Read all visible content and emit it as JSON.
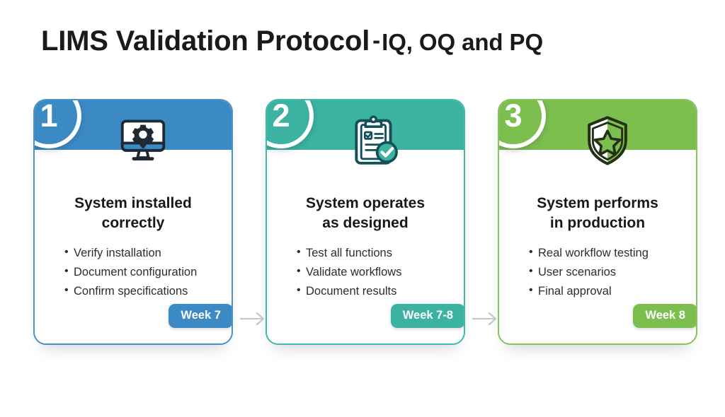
{
  "title": {
    "main": "LIMS Validation Protocol",
    "dash": "-",
    "sub": "IQ, OQ and PQ"
  },
  "colors": {
    "blue": "#3B8AC4",
    "teal": "#3BB3A0",
    "green": "#7DBF4F",
    "arrow": "#c4c8cc",
    "text": "#17181a"
  },
  "connectors": [
    {
      "name": "arrow-step1-step2"
    },
    {
      "name": "arrow-step2-step3"
    }
  ],
  "steps": [
    {
      "number": "1",
      "title": "System installed\ncorrectly",
      "icon": "monitor-gear-icon",
      "accent": "#3B8AC4",
      "bullets": [
        "Verify installation",
        "Document configuration",
        "Confirm specifications"
      ],
      "week": "Week 7"
    },
    {
      "number": "2",
      "title": "System operates\nas designed",
      "icon": "clipboard-check-icon",
      "accent": "#3BB3A0",
      "bullets": [
        "Test all functions",
        "Validate workflows",
        "Document results"
      ],
      "week": "Week 7-8"
    },
    {
      "number": "3",
      "title": "System performs\nin production",
      "icon": "shield-star-icon",
      "accent": "#7DBF4F",
      "bullets": [
        "Real workflow testing",
        "User scenarios",
        "Final approval"
      ],
      "week": "Week 8"
    }
  ]
}
